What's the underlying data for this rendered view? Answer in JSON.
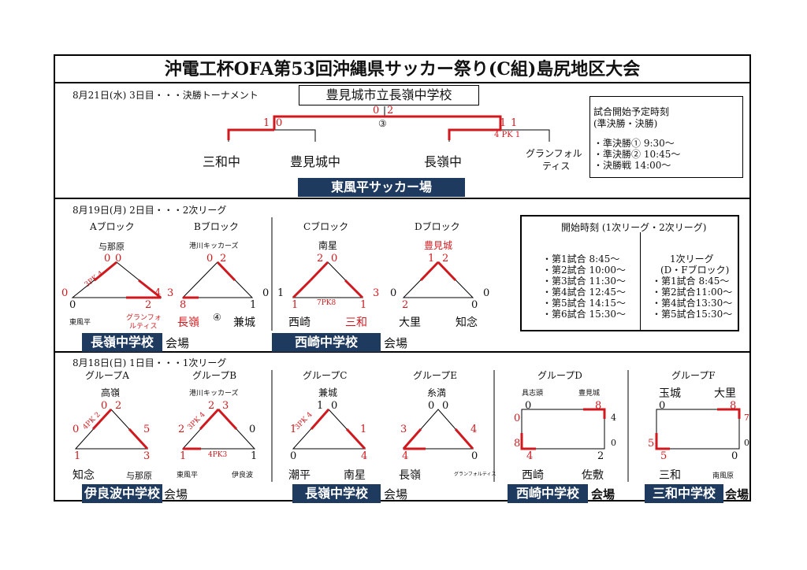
{
  "title": "沖電工杯OFA第53回沖縄県サッカー祭り(C組)島尻地区大会",
  "day3": {
    "date": "8月21日(水)  3日目・・・決勝トーナメント",
    "venue_top": "豊見城市立長嶺中学校",
    "final_left": "0",
    "final_right": "2",
    "final_no": "③",
    "sf1_left": "1",
    "sf1_right": "0",
    "sf2_left": "1",
    "sf2_right": "1",
    "sf2_pk": "4 PK 1",
    "teams": [
      "三和中",
      "豊見城中",
      "長嶺中",
      "グランフォル",
      "ティス"
    ],
    "venue_bottom": "東風平サッカー場",
    "schedule_title": "試合開始予定時刻",
    "schedule_sub": "(準決勝・決勝)",
    "schedule": [
      "・準決勝①  9:30～",
      "・準決勝② 10:45～",
      "・決勝戦    14:00～"
    ]
  },
  "day2": {
    "date": "8月19日(月)  2日目・・・2次リーグ",
    "blocks": {
      "a": {
        "name": "Aブロック",
        "top": "与那原",
        "tl": "0",
        "tr": "0",
        "l": "0",
        "r": "4",
        "bl": "0",
        "br": "2",
        "pk": "3PK 4",
        "left": "東風平",
        "right1": "グランフォ",
        "right2": "ルティス"
      },
      "b": {
        "name": "Bブロック",
        "top": "港川キッカーズ",
        "tl": "0",
        "tr": "2",
        "l": "3",
        "r": "0",
        "bl": "8",
        "br": "1",
        "no": "④",
        "left": "長嶺",
        "right": "兼城"
      },
      "c": {
        "name": "Cブロック",
        "top": "南星",
        "tl": "2",
        "tr": "0",
        "l": "1",
        "r": "3",
        "bl": "1",
        "br": "1",
        "pk": "7PK8",
        "left": "西崎",
        "right": "三和"
      },
      "d": {
        "name": "Dブロック",
        "top": "豊見城",
        "tl": "1",
        "tr": "2",
        "l": "0",
        "r": "0",
        "bl": "2",
        "br": "0",
        "left": "大里",
        "right": "知念"
      }
    },
    "venue1": "長嶺中学校",
    "venue2": "西崎中学校",
    "kaijo": "会場",
    "times_title": "開始時刻 (1次リーグ・2次リーグ)",
    "times_left": [
      "・第1試合   8:45～",
      "・第2試合  10:00～",
      "・第3試合  11:30～",
      "・第4試合  12:45～",
      "・第5試合  14:15～",
      "・第6試合  15:30～"
    ],
    "times_right_title": "1次リーグ",
    "times_right_sub": "(D・Fブロック)",
    "times_right": [
      "・第1試合  8:45～",
      "・第2試合11:00～",
      "・第4試合13:30～",
      "・第5試合15:30～"
    ]
  },
  "day1": {
    "date": "8月18日(日)  1日目・・・1次リーグ",
    "groups": {
      "a": {
        "name": "グループA",
        "top": "高嶺",
        "tl": "0",
        "tr": "2",
        "l": "0",
        "r": "5",
        "bl": "1",
        "br": "3",
        "pk": "4PK 2",
        "left": "知念",
        "right": "与那原"
      },
      "b": {
        "name": "グループB",
        "top": "港川キッカーズ",
        "tl": "2",
        "tr": "3",
        "l": "2",
        "r": "0",
        "bl": "1",
        "br": "1",
        "pk": "3PK 4",
        "pk2": "4PK3",
        "left": "東風平",
        "right": "伊良波"
      },
      "c": {
        "name": "グループC",
        "top": "兼城",
        "tl": "1",
        "tr": "0",
        "l": "1",
        "r": "1",
        "bl": "0",
        "br": "4",
        "pk": "3PK 4",
        "left": "潮平",
        "right": "南星"
      },
      "e": {
        "name": "グループE",
        "top": "糸満",
        "tl": "0",
        "tr": "0",
        "l": "3",
        "r": "4",
        "bl": "4",
        "br": "0",
        "left": "長嶺",
        "right": "グランフォルティス"
      },
      "d": {
        "name": "グループD",
        "tl_team": "具志頭",
        "tr_team": "豊見城",
        "tl": "0",
        "tr": "8",
        "l": "8",
        "r1": "4",
        "r2": "0",
        "bl": "4",
        "br": "2",
        "left": "西崎",
        "right": "佐敷"
      },
      "f": {
        "name": "グループF",
        "tl_team": "玉城",
        "tr_team": "大里",
        "tl": "0",
        "tr": "8",
        "l": "5",
        "r1": "7",
        "r2": "0",
        "bl": "5",
        "br": "0",
        "left": "三和",
        "right": "南風原"
      }
    },
    "venue1": "伊良波中学校",
    "venue2": "長嶺中学校",
    "venue3": "西崎中学校",
    "venue4": "三和中学校",
    "kaijo": "会場"
  }
}
